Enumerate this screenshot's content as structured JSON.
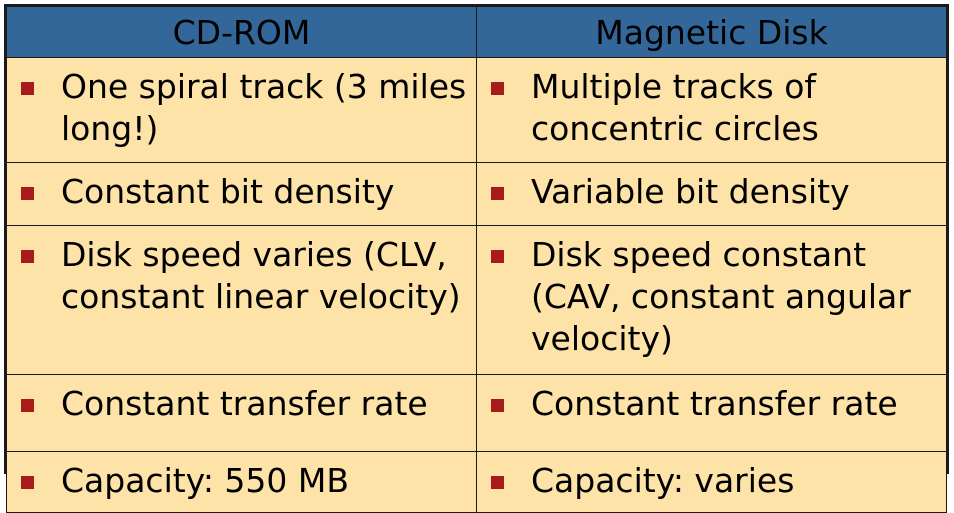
{
  "table": {
    "headers": [
      "CD-ROM",
      "Magnetic Disk"
    ],
    "rows": [
      [
        "One spiral track (3 miles long!)",
        "Multiple tracks of concentric circles"
      ],
      [
        "Constant bit density",
        "Variable bit density"
      ],
      [
        "Disk speed varies (CLV, constant linear velocity)",
        "Disk speed constant (CAV, constant angular velocity)"
      ],
      [
        "Constant transfer rate",
        "Constant transfer rate"
      ],
      [
        "Capacity: 550 MB",
        "Capacity: varies"
      ]
    ]
  },
  "colors": {
    "header_bg": "#336699",
    "cell_bg": "#fde3a7",
    "bullet": "#a81b1b",
    "border": "#1a1a1a"
  },
  "icons": {
    "bullet": "square-bullet-icon"
  }
}
